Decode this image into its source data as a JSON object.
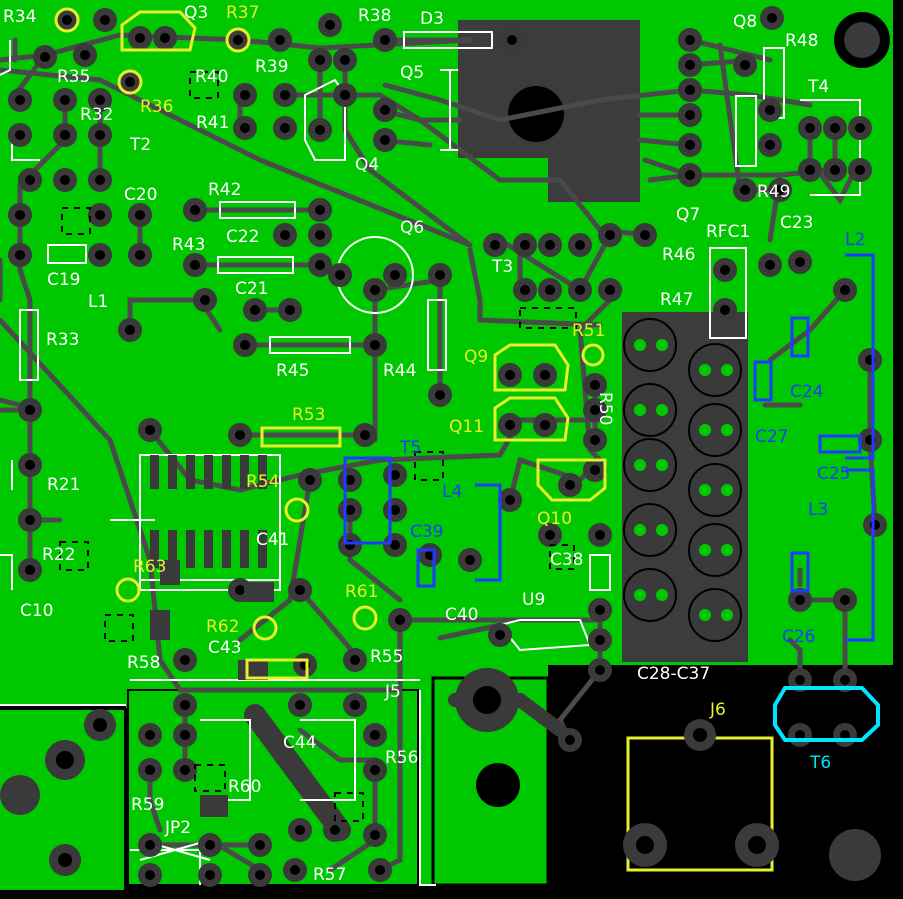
{
  "board": {
    "colors": {
      "background": "#000000",
      "copper": "#00C800",
      "trace": "#4A4A4A",
      "pad": "#3A3A3A",
      "silk_white": "#FFFFFF",
      "silk_yellow": "#E6F02B",
      "silk_blue": "#1E3CFF",
      "silk_cyan": "#00E5FF"
    }
  },
  "labels": {
    "R34": "R34",
    "Q3": "Q3",
    "R37": "R37",
    "R38": "R38",
    "D3": "D3",
    "Q8": "Q8",
    "R48": "R48",
    "R35": "R35",
    "R36": "R36",
    "R40": "R40",
    "R39": "R39",
    "Q5": "Q5",
    "T4": "T4",
    "R32": "R32",
    "T2": "T2",
    "R41": "R41",
    "Q4": "Q4",
    "R49": "R49",
    "C20": "C20",
    "R42": "R42",
    "Q7": "Q7",
    "C23": "C23",
    "C22": "C22",
    "Q6": "Q6",
    "R43": "R43",
    "RFC1": "RFC1",
    "L2": "L2",
    "C19": "C19",
    "T3": "T3",
    "R46": "R46",
    "L1": "L1",
    "C21": "C21",
    "R47": "R47",
    "R33": "R33",
    "R51": "R51",
    "R45": "R45",
    "R44": "R44",
    "Q9": "Q9",
    "C24": "C24",
    "R53": "R53",
    "Q11": "Q11",
    "R50": "R50",
    "C27": "C27",
    "T5": "T5",
    "C25": "C25",
    "R21": "R21",
    "R54": "R54",
    "L4": "L4",
    "Q10": "Q10",
    "L3": "L3",
    "C41": "C41",
    "C39": "C39",
    "R22": "R22",
    "R63": "R63",
    "C38": "C38",
    "C10": "C10",
    "R61": "R61",
    "C40": "C40",
    "U9": "U9",
    "C26": "C26",
    "R62": "R62",
    "R58": "R58",
    "C43": "C43",
    "R55": "R55",
    "C28C37": "C28-C37",
    "J5": "J5",
    "J6": "J6",
    "C44": "C44",
    "R56": "R56",
    "T6": "T6",
    "R59": "R59",
    "R60": "R60",
    "JP2": "JP2",
    "R57": "R57"
  }
}
